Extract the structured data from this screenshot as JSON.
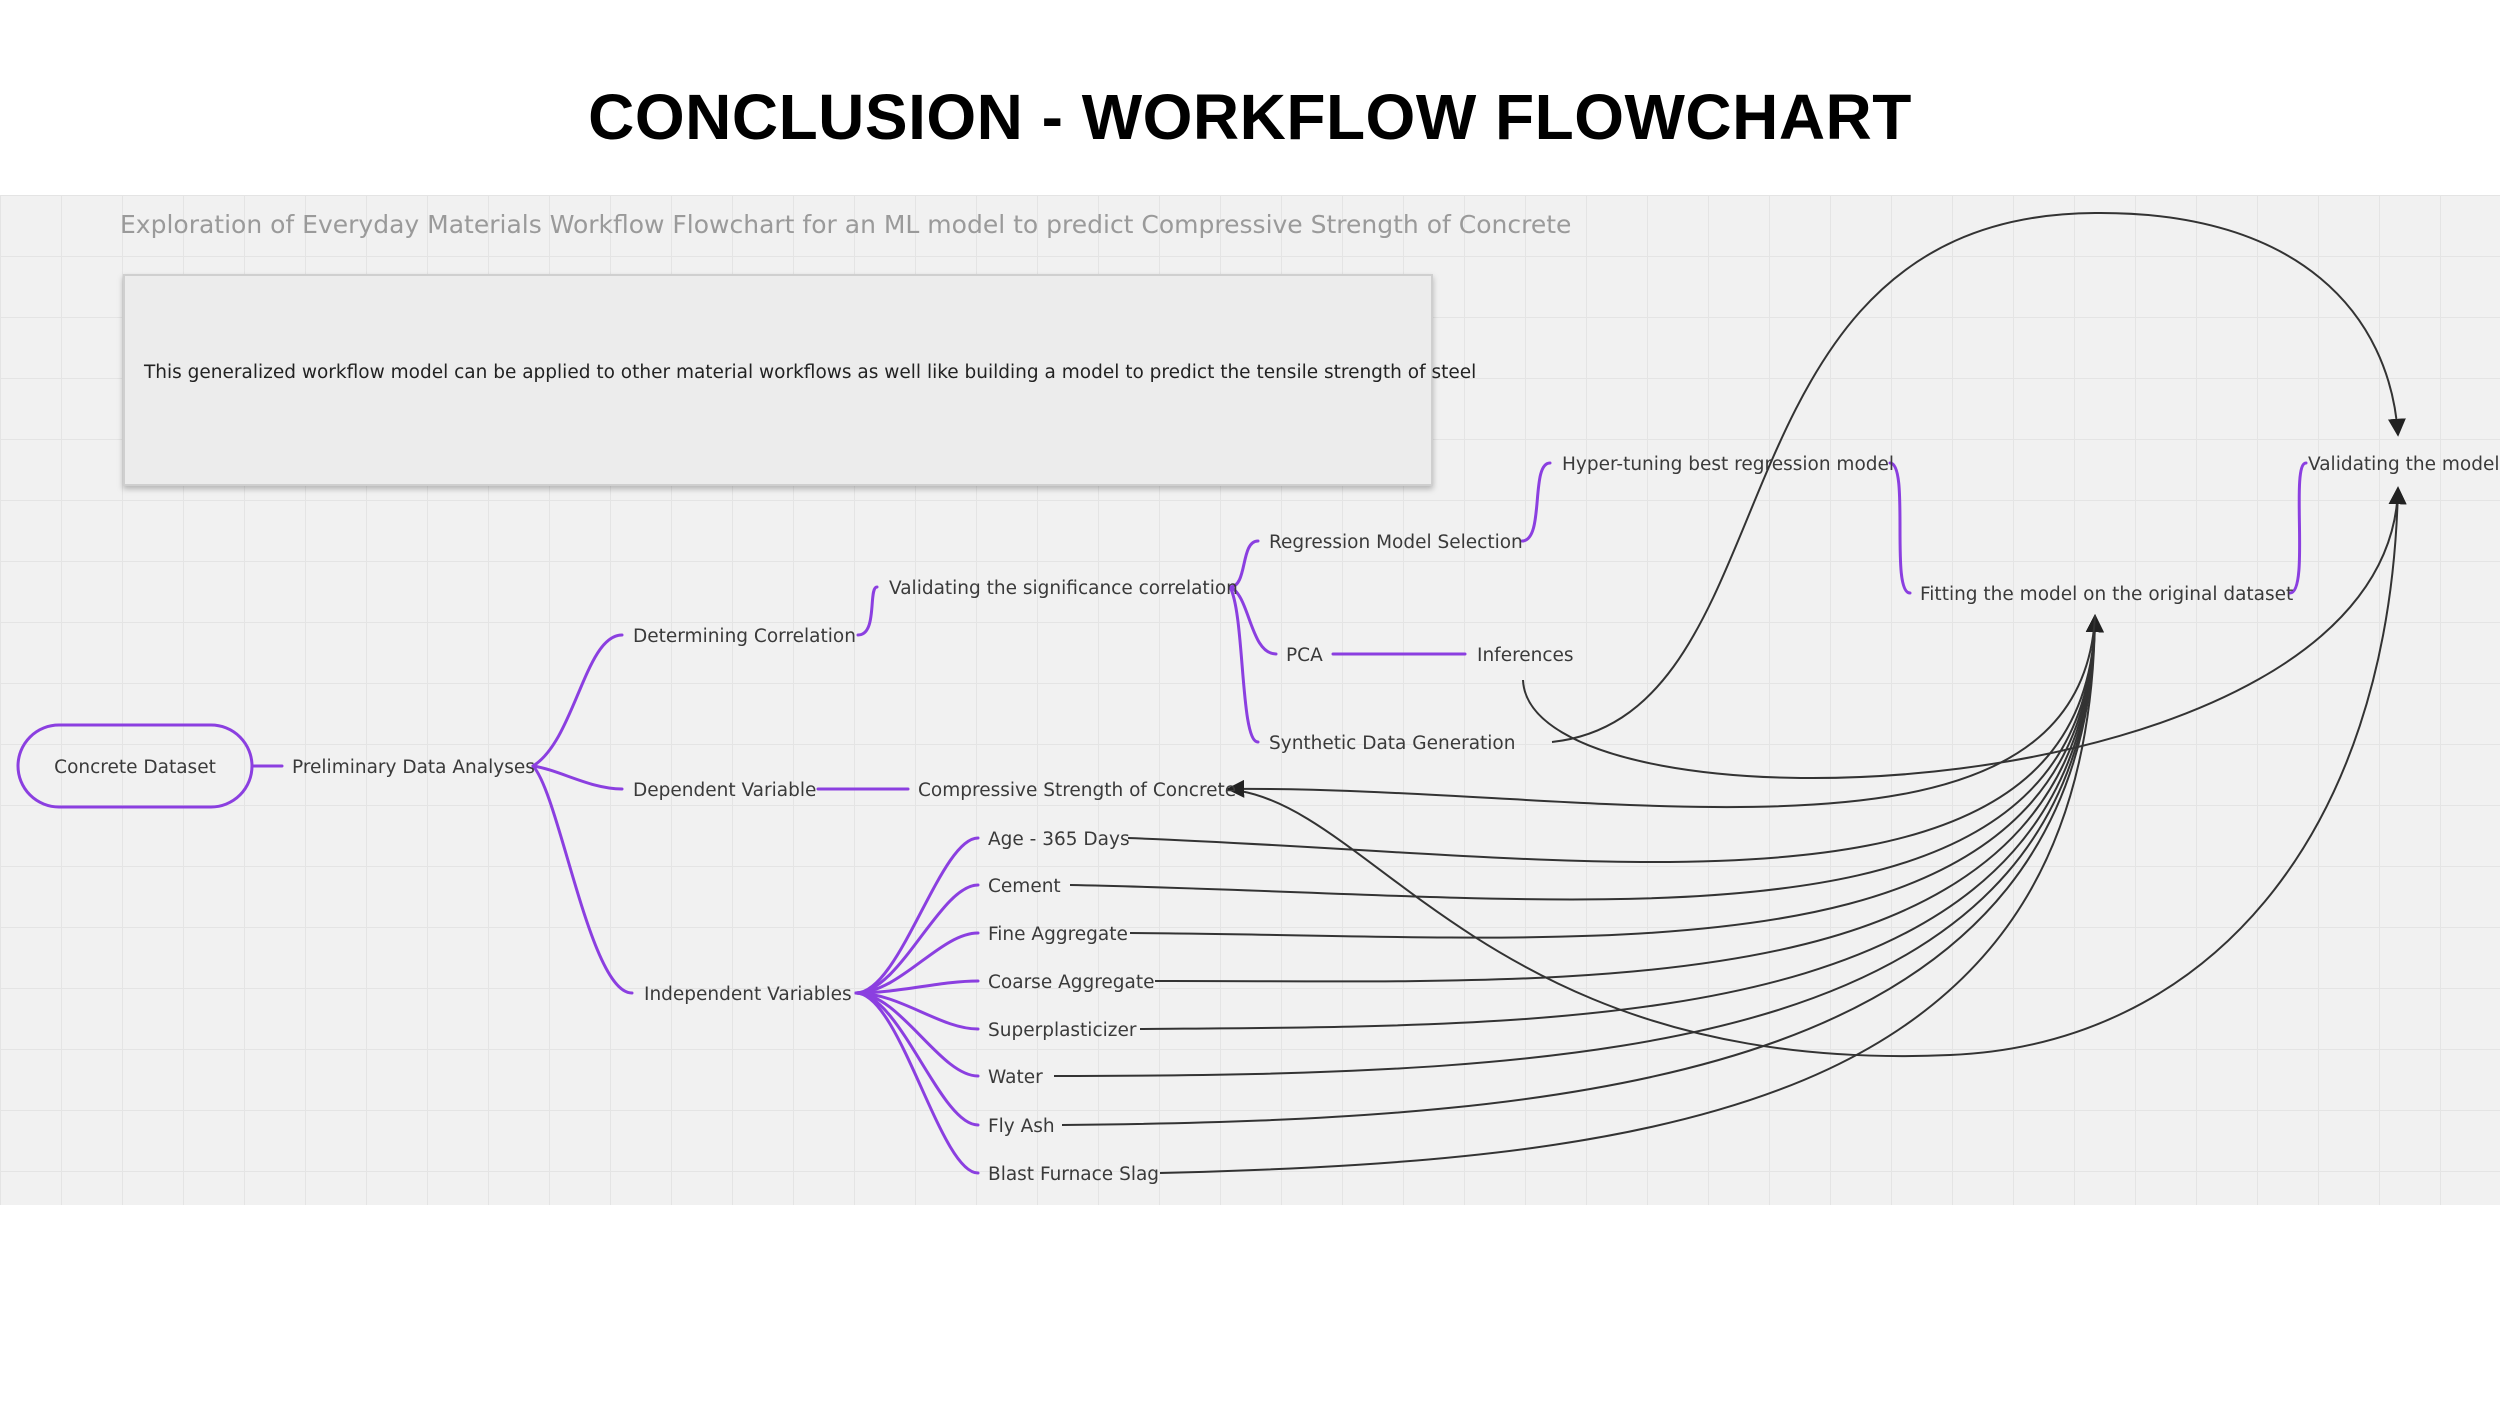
{
  "slide": {
    "title": "CONCLUSION - WORKFLOW FLOWCHART"
  },
  "board": {
    "heading": "Exploration of Everyday Materials Workflow Flowchart for an ML model to predict Compressive Strength of Concrete",
    "note": "This generalized workflow model can be applied to other material workflows as well like building a model to predict the tensile strength of steel"
  },
  "colors": {
    "branch": "#8b3fe0",
    "arrow": "#333333",
    "text": "#3a3a3a",
    "heading": "#9a9a9a",
    "board": "#f1f1f1"
  },
  "nodes": {
    "concrete_dataset": "Concrete Dataset",
    "preliminary_data_analyses": "Preliminary Data Analyses",
    "determining_correlation": "Determining Correlation",
    "dependent_variable": "Dependent Variable",
    "independent_variables": "Independent Variables",
    "validating_significance": "Validating the significance correlation",
    "regression_model_selection": "Regression Model Selection",
    "pca": "PCA",
    "inferences": "Inferences",
    "synthetic_data_generation": "Synthetic Data Generation",
    "hyper_tuning": "Hyper-tuning best regression model",
    "fitting_model": "Fitting the model on the original dataset",
    "validating_model": "Validating the model",
    "compressive_strength": "Compressive Strength of Concrete"
  },
  "independent_variables": [
    "Age - 365 Days",
    "Cement",
    "Fine Aggregate",
    "Coarse Aggregate",
    "Superplasticizer",
    "Water",
    "Fly Ash",
    "Blast Furnace Slag"
  ]
}
